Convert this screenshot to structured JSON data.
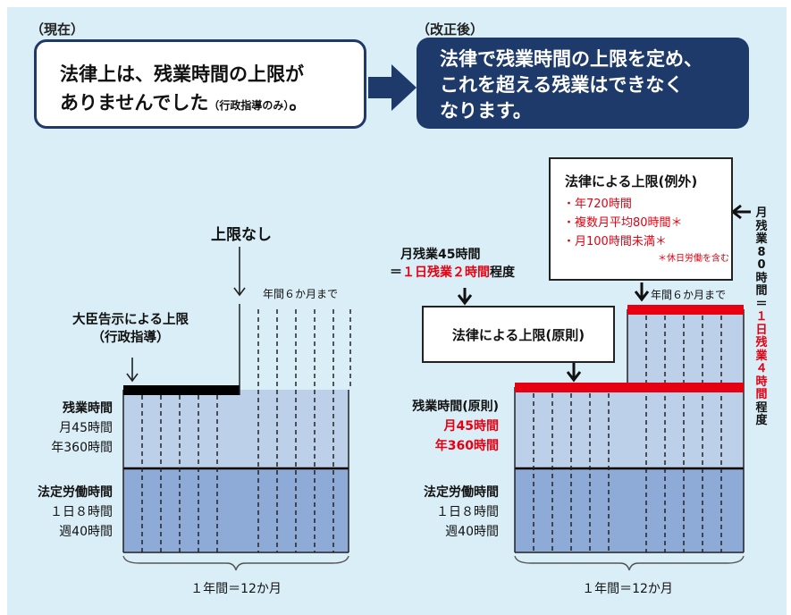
{
  "header": {
    "current_tag": "（現在）",
    "revised_tag": "（改正後）",
    "current_line1": "法律上は、残業時間の上限が",
    "current_line2": "ありませんでした",
    "current_note": "（行政指導のみ）",
    "current_end": "。",
    "revised_lines": [
      "法律で残業時間の上限を定め、",
      "これを超える残業はできなく",
      "なります。"
    ]
  },
  "left": {
    "no_limit": "上限なし",
    "six_months": "年間６か月まで",
    "minister_title": "大臣告示による上限",
    "minister_sub": "（行政指導）",
    "overtime_title": "残業時間",
    "overtime_month": "月45時間",
    "overtime_year": "年360時間",
    "legal_title": "法定労働時間",
    "legal_day": "１日８時間",
    "legal_week": "週40時間",
    "year_label": "１年間＝12か月"
  },
  "right": {
    "month45_line1": "月残業45時間",
    "month45_eq": "＝",
    "month45_red": "１日残業２時間",
    "month45_end": "程度",
    "principle": "法律による上限(原則)",
    "exception_title": "法律による上限(例外)",
    "exception_items": [
      "・年720時間",
      "・複数月平均80時間＊",
      "・月100時間未満＊"
    ],
    "exception_note": "＊休日労働を含む",
    "six_months": "年間６か月まで",
    "overtime_title": "残業時間(原則)",
    "overtime_month": "月45時間",
    "overtime_year": "年360時間",
    "legal_title": "法定労働時間",
    "legal_day": "１日８時間",
    "legal_week": "週40時間",
    "year_label": "１年間＝12か月",
    "side_black": "月残業80時間＝",
    "side_red": "１日残業４時間",
    "side_end": "程度"
  },
  "colors": {
    "background": "#daeef7",
    "navy": "#1d3a6b",
    "overtime_fill": "#bdd0ea",
    "legal_fill": "#8eaad6",
    "limit_black": "#000000",
    "limit_red": "#e60012"
  }
}
